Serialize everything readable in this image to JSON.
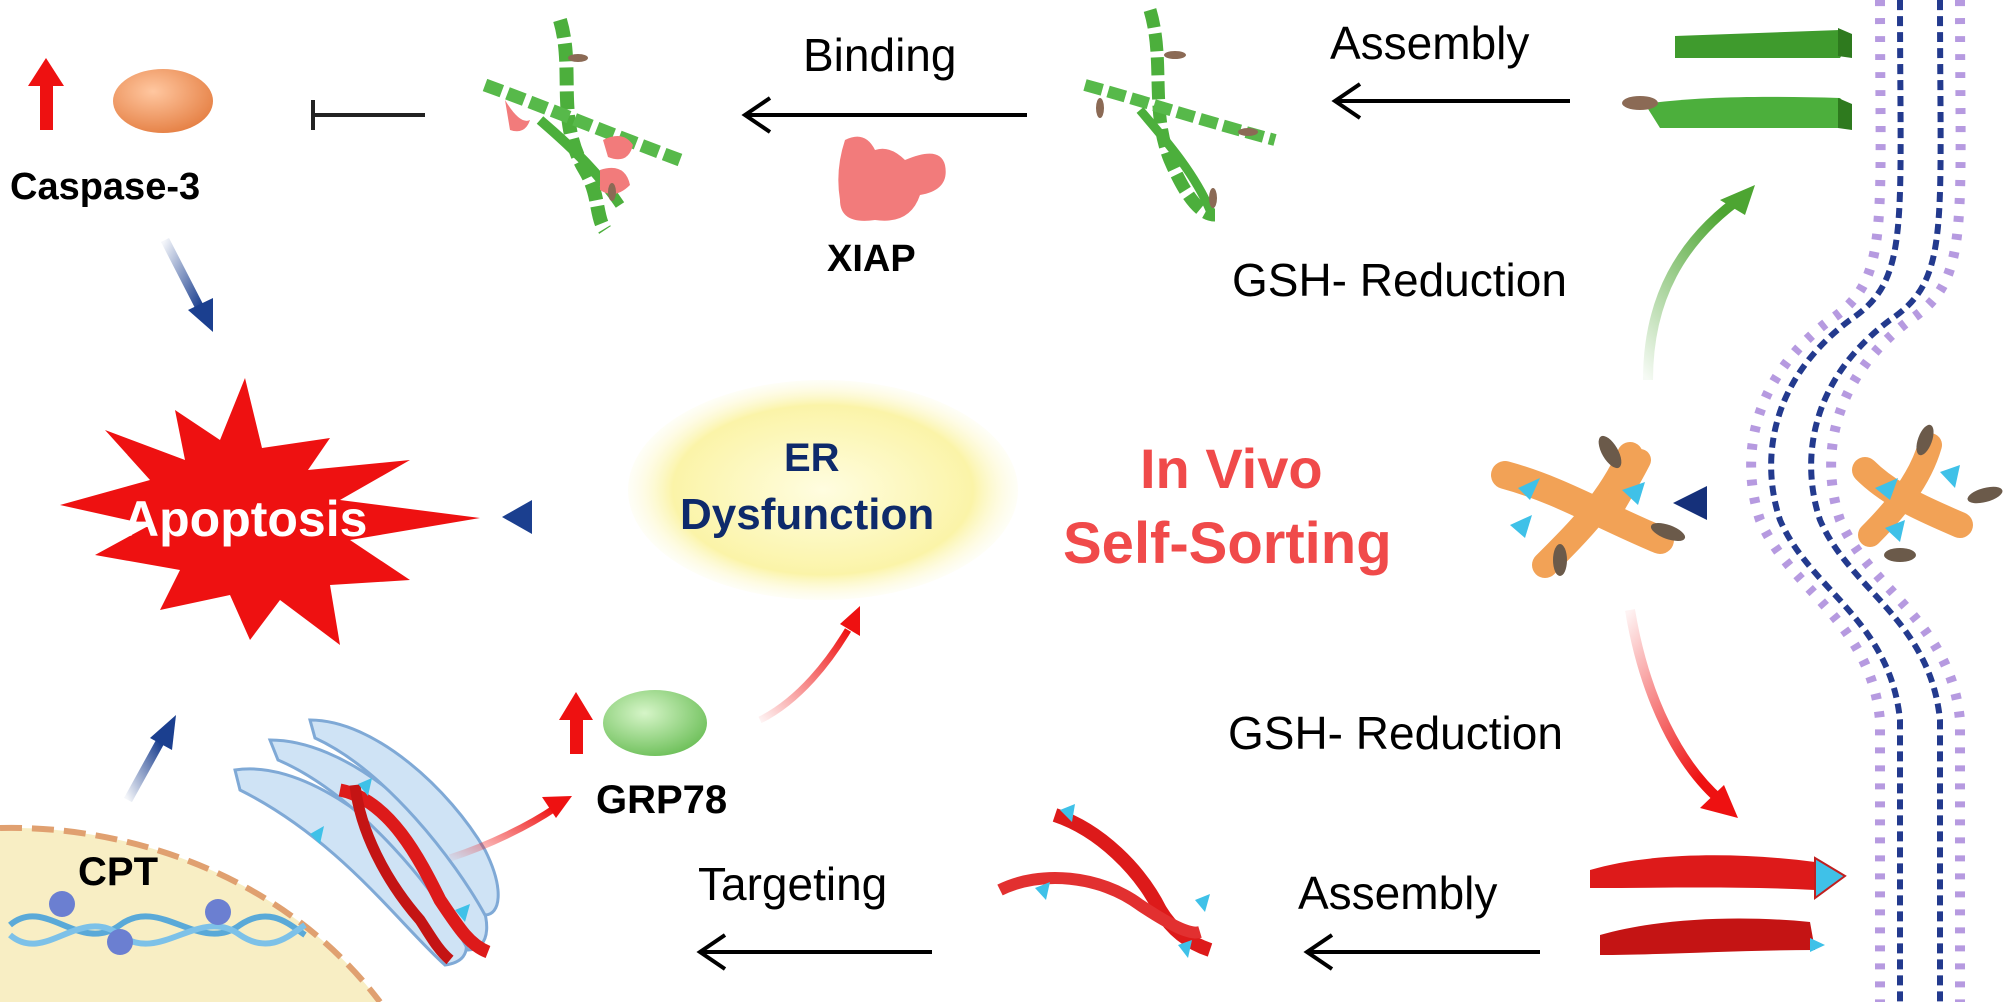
{
  "labels": {
    "caspase": "Caspase-3",
    "binding": "Binding",
    "xiap": "XIAP",
    "assembly_top": "Assembly",
    "gsh_top": "GSH- Reduction",
    "apoptosis": "Apoptosis",
    "er_line1": "ER",
    "er_line2": "Dysfunction",
    "in_vivo_line1": "In Vivo",
    "in_vivo_line2": "Self-Sorting",
    "gsh_bottom": "GSH- Reduction",
    "grp78": "GRP78",
    "targeting": "Targeting",
    "assembly_bottom": "Assembly",
    "cpt": "CPT"
  },
  "colors": {
    "up_arrow": "#ee1111",
    "caspase_fill": "#f0a070",
    "grp78_fill": "#8fce7a",
    "apoptosis_star": "#ee1111",
    "er_glow": "#fbf6b0",
    "er_text": "#0e2a6b",
    "in_vivo_text": "#f04a4a",
    "green_fiber": "#4caf3c",
    "red_fiber": "#dd1a1a",
    "orange_fiber": "#f2a256",
    "membrane": "#b69ae0",
    "membrane_inner": "#233a8e",
    "xiap": "#f27b7b",
    "nucleus": "#f8eec4",
    "er_organelle": "#cfe3f5"
  },
  "icons": {
    "up_arrow": "up-arrow-icon",
    "inhibit": "inhibition-bar-icon"
  }
}
